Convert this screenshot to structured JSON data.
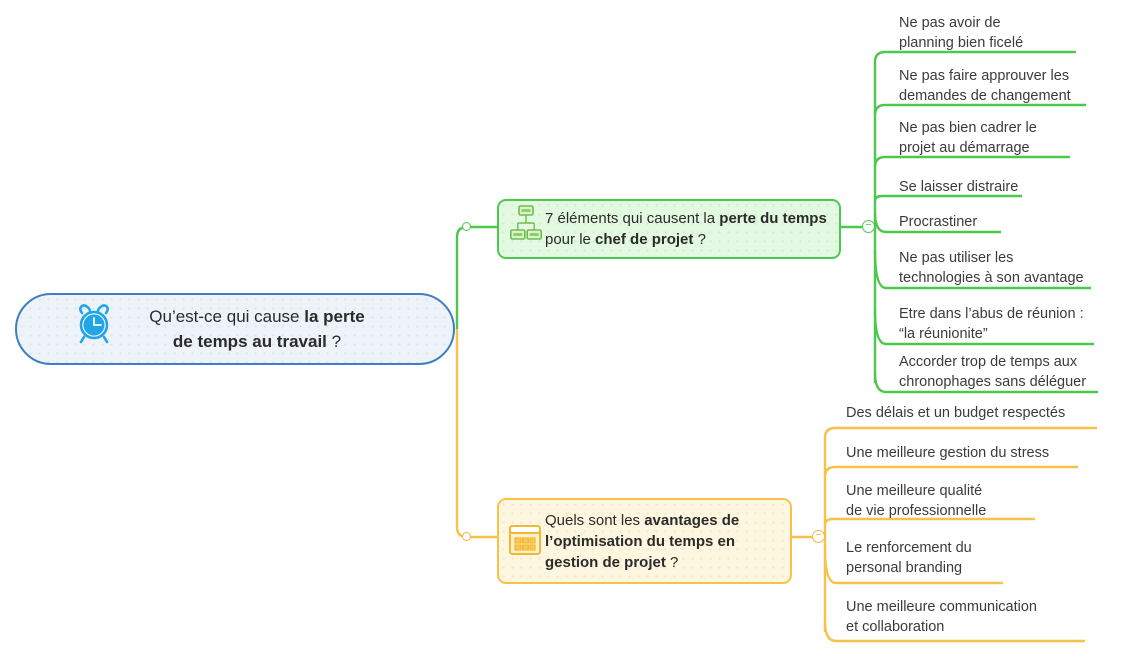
{
  "diagram": {
    "type": "mind-map",
    "title": "Qu'est-ce qui cause la perte de temps au travail ?",
    "colors": {
      "central_border": "#3f7fc1",
      "central_fill": "#eef3f9",
      "green_border": "#4cc94c",
      "green_fill": "#e4f9e2",
      "orange_border": "#f7c14a",
      "orange_fill": "#fdf6e0",
      "icon_blue": "#1fa5e8",
      "text": "#3a3a3a"
    }
  },
  "central": {
    "icon": "alarm-clock-icon",
    "text_plain": "Qu’est-ce qui cause la perte de temps au travail ?",
    "line1_normal": "Qu’est-ce qui cause ",
    "line1_bold": "la perte",
    "line2_bold": "de temps au travail",
    "line2_normal": " ?"
  },
  "branches": [
    {
      "id": "branch-green",
      "color": "#4cc94c",
      "icon": "network-diagram-icon",
      "text_plain": "7 éléments qui causent la perte du temps pour le chef de projet ?",
      "segments": [
        {
          "text": "7 éléments qui causent la ",
          "bold": false
        },
        {
          "text": "perte du temps",
          "bold": true
        },
        {
          "text": " pour le ",
          "bold": false
        },
        {
          "text": "chef de projet",
          "bold": true
        },
        {
          "text": " ?",
          "bold": false
        }
      ],
      "collapse_label": "−",
      "leaves": [
        {
          "text": "Ne pas avoir de\nplanning bien ficelé",
          "underline_width": 188
        },
        {
          "text": "Ne pas faire approuver les\ndemandes de changement",
          "underline_width": 224
        },
        {
          "text": "Ne pas bien cadrer le\nprojet au démarrage",
          "underline_width": 182
        },
        {
          "text": "Se laisser distraire",
          "underline_width": 166
        },
        {
          "text": "Procrastiner",
          "underline_width": 122
        },
        {
          "text": "Ne pas utiliser les\ntechnologies à son avantage",
          "underline_width": 232
        },
        {
          "text": "Etre dans l’abus de réunion :\n“la réunionite”",
          "underline_width": 232
        },
        {
          "text": "Accorder trop de temps aux\nchronophages sans déléguer",
          "underline_width": 234
        }
      ]
    },
    {
      "id": "branch-orange",
      "color": "#f7c14a",
      "icon": "calendar-icon",
      "text_plain": "Quels sont les avantages de l’optimisation du temps en gestion de projet ?",
      "segments": [
        {
          "text": "Quels sont les ",
          "bold": false
        },
        {
          "text": "avantages de l’optimisation du temps en gestion de projet",
          "bold": true
        },
        {
          "text": " ?",
          "bold": false
        }
      ],
      "collapse_label": "−",
      "leaves": [
        {
          "text": "Des délais et un budget respectés",
          "underline_width": 266
        },
        {
          "text": "Une meilleure gestion du stress",
          "underline_width": 248
        },
        {
          "text": "Une meilleure qualité\nde vie professionnelle",
          "underline_width": 200
        },
        {
          "text": "Le renforcement du\npersonal branding",
          "underline_width": 170
        },
        {
          "text": "Une meilleure communication\net collaboration",
          "underline_width": 252
        }
      ]
    }
  ]
}
